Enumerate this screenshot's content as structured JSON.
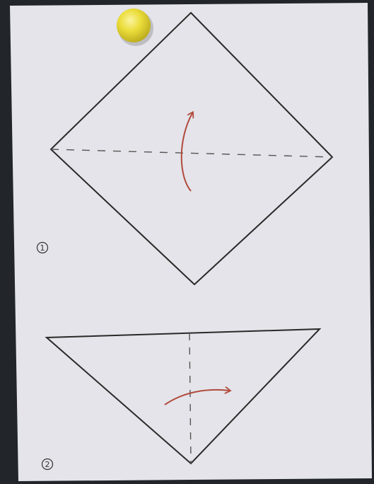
{
  "colors": {
    "background": "#22262a",
    "paper": "#e4e4ea",
    "line": "#2a2a2a",
    "fold_line": "#555555",
    "arrow": "#b24a3c",
    "pin": "#e8dc38"
  },
  "steps": [
    {
      "number": "1",
      "shape": "square-on-point",
      "fold_line": "horizontal-diagonal",
      "arrow_direction": "up"
    },
    {
      "number": "2",
      "shape": "triangle-point-down",
      "fold_line": "vertical-center",
      "arrow_direction": "right"
    }
  ],
  "icons": {
    "pin": "pushpin-icon"
  }
}
